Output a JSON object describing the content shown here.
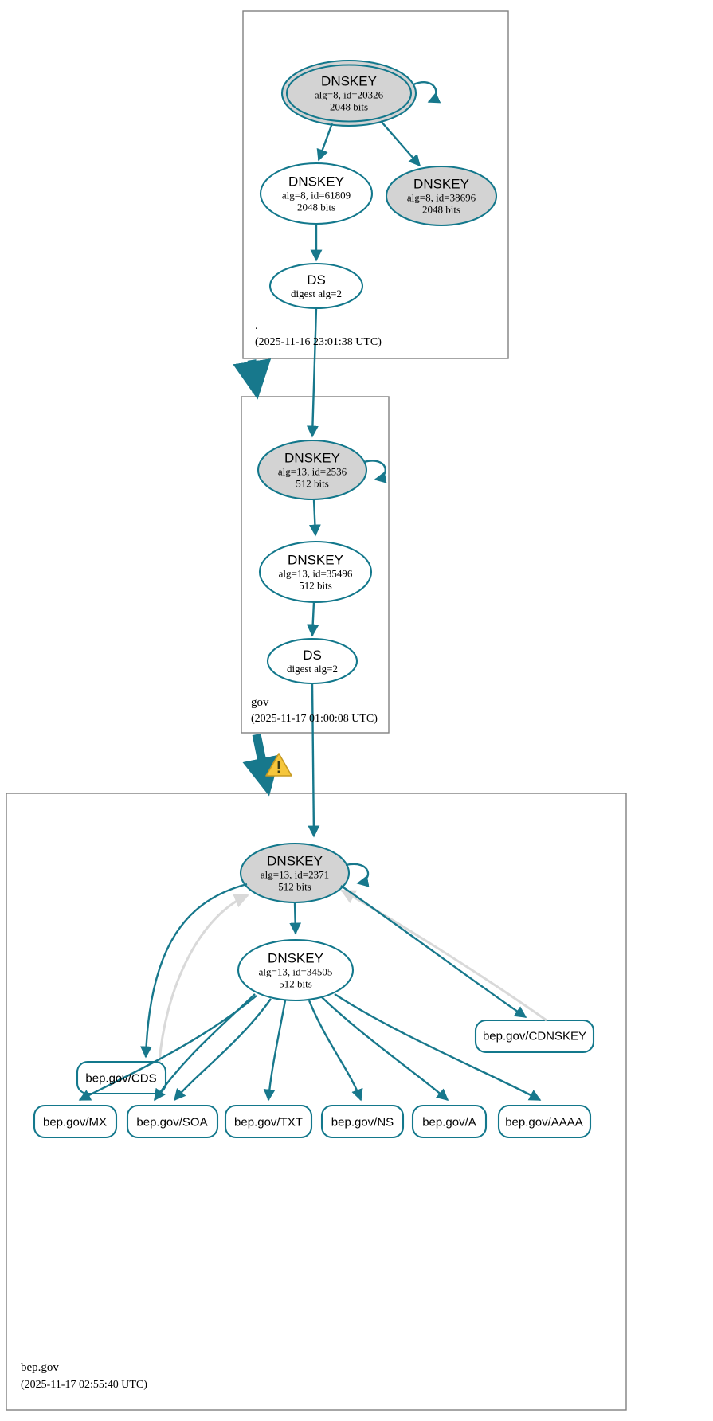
{
  "diagram": {
    "type": "dnssec-authentication-chain",
    "colors": {
      "edge": "#1a7f93",
      "edge_teal": "#17788c",
      "insecure_edge": "#d9d9d9",
      "node_stroke": "#13788c",
      "node_fill_secure": "#d3d3d3",
      "node_fill_plain": "#ffffff",
      "zone_border": "#808080",
      "warning": "#f5c63c"
    }
  },
  "zones": [
    {
      "id": "root",
      "name": ".",
      "timestamp": "(2025-11-16 23:01:38 UTC)",
      "nodes": [
        {
          "id": "root-ksk",
          "kind": "DNSKEY",
          "title": "DNSKEY",
          "line2": "alg=8, id=20326",
          "line3": "2048 bits",
          "fill": "secure",
          "double_border": true,
          "self_sign": true
        },
        {
          "id": "root-zsk",
          "kind": "DNSKEY",
          "title": "DNSKEY",
          "line2": "alg=8, id=61809",
          "line3": "2048 bits",
          "fill": "plain",
          "double_border": false,
          "self_sign": false
        },
        {
          "id": "root-key3",
          "kind": "DNSKEY",
          "title": "DNSKEY",
          "line2": "alg=8, id=38696",
          "line3": "2048 bits",
          "fill": "secure",
          "double_border": false,
          "self_sign": false
        },
        {
          "id": "root-ds",
          "kind": "DS",
          "title": "DS",
          "line2": "digest alg=2",
          "line3": "",
          "fill": "plain",
          "double_border": false,
          "self_sign": false
        }
      ]
    },
    {
      "id": "gov",
      "name": "gov",
      "timestamp": "(2025-11-17 01:00:08 UTC)",
      "nodes": [
        {
          "id": "gov-ksk",
          "kind": "DNSKEY",
          "title": "DNSKEY",
          "line2": "alg=13, id=2536",
          "line3": "512 bits",
          "fill": "secure",
          "double_border": false,
          "self_sign": true
        },
        {
          "id": "gov-zsk",
          "kind": "DNSKEY",
          "title": "DNSKEY",
          "line2": "alg=13, id=35496",
          "line3": "512 bits",
          "fill": "plain",
          "double_border": false,
          "self_sign": false
        },
        {
          "id": "gov-ds",
          "kind": "DS",
          "title": "DS",
          "line2": "digest alg=2",
          "line3": "",
          "fill": "plain",
          "double_border": false,
          "self_sign": false
        }
      ]
    },
    {
      "id": "bepgov",
      "name": "bep.gov",
      "timestamp": "(2025-11-17 02:55:40 UTC)",
      "nodes": [
        {
          "id": "bep-ksk",
          "kind": "DNSKEY",
          "title": "DNSKEY",
          "line2": "alg=13, id=2371",
          "line3": "512 bits",
          "fill": "secure",
          "double_border": false,
          "self_sign": true
        },
        {
          "id": "bep-zsk",
          "kind": "DNSKEY",
          "title": "DNSKEY",
          "line2": "alg=13, id=34505",
          "line3": "512 bits",
          "fill": "plain",
          "double_border": false,
          "self_sign": false
        }
      ],
      "rrsets": [
        {
          "id": "rr-cds",
          "label": "bep.gov/CDS"
        },
        {
          "id": "rr-cdnskey",
          "label": "bep.gov/CDNSKEY"
        },
        {
          "id": "rr-mx",
          "label": "bep.gov/MX"
        },
        {
          "id": "rr-soa",
          "label": "bep.gov/SOA"
        },
        {
          "id": "rr-txt",
          "label": "bep.gov/TXT"
        },
        {
          "id": "rr-ns",
          "label": "bep.gov/NS"
        },
        {
          "id": "rr-a",
          "label": "bep.gov/A"
        },
        {
          "id": "rr-aaaa",
          "label": "bep.gov/AAAA"
        }
      ]
    }
  ],
  "warning": {
    "id": "delegation-warning",
    "glyph": "!",
    "tooltip": ""
  }
}
